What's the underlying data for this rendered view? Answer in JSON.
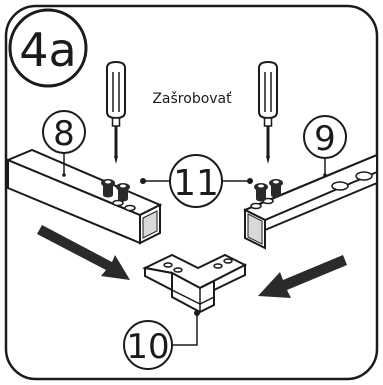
{
  "step": {
    "label": "4a",
    "instruction": "Zašrobovať"
  },
  "callouts": {
    "left_tube": "8",
    "right_tube": "9",
    "screws": "11",
    "corner_connector": "10"
  },
  "icons": {
    "screwdriver": "screwdriver-icon",
    "screw": "screw-icon",
    "arrow": "arrow-icon"
  },
  "colors": {
    "line": "#1b1b1b",
    "fill": "#ffffff",
    "shade": "#d9d9d9",
    "dark": "#2a2a2a"
  }
}
